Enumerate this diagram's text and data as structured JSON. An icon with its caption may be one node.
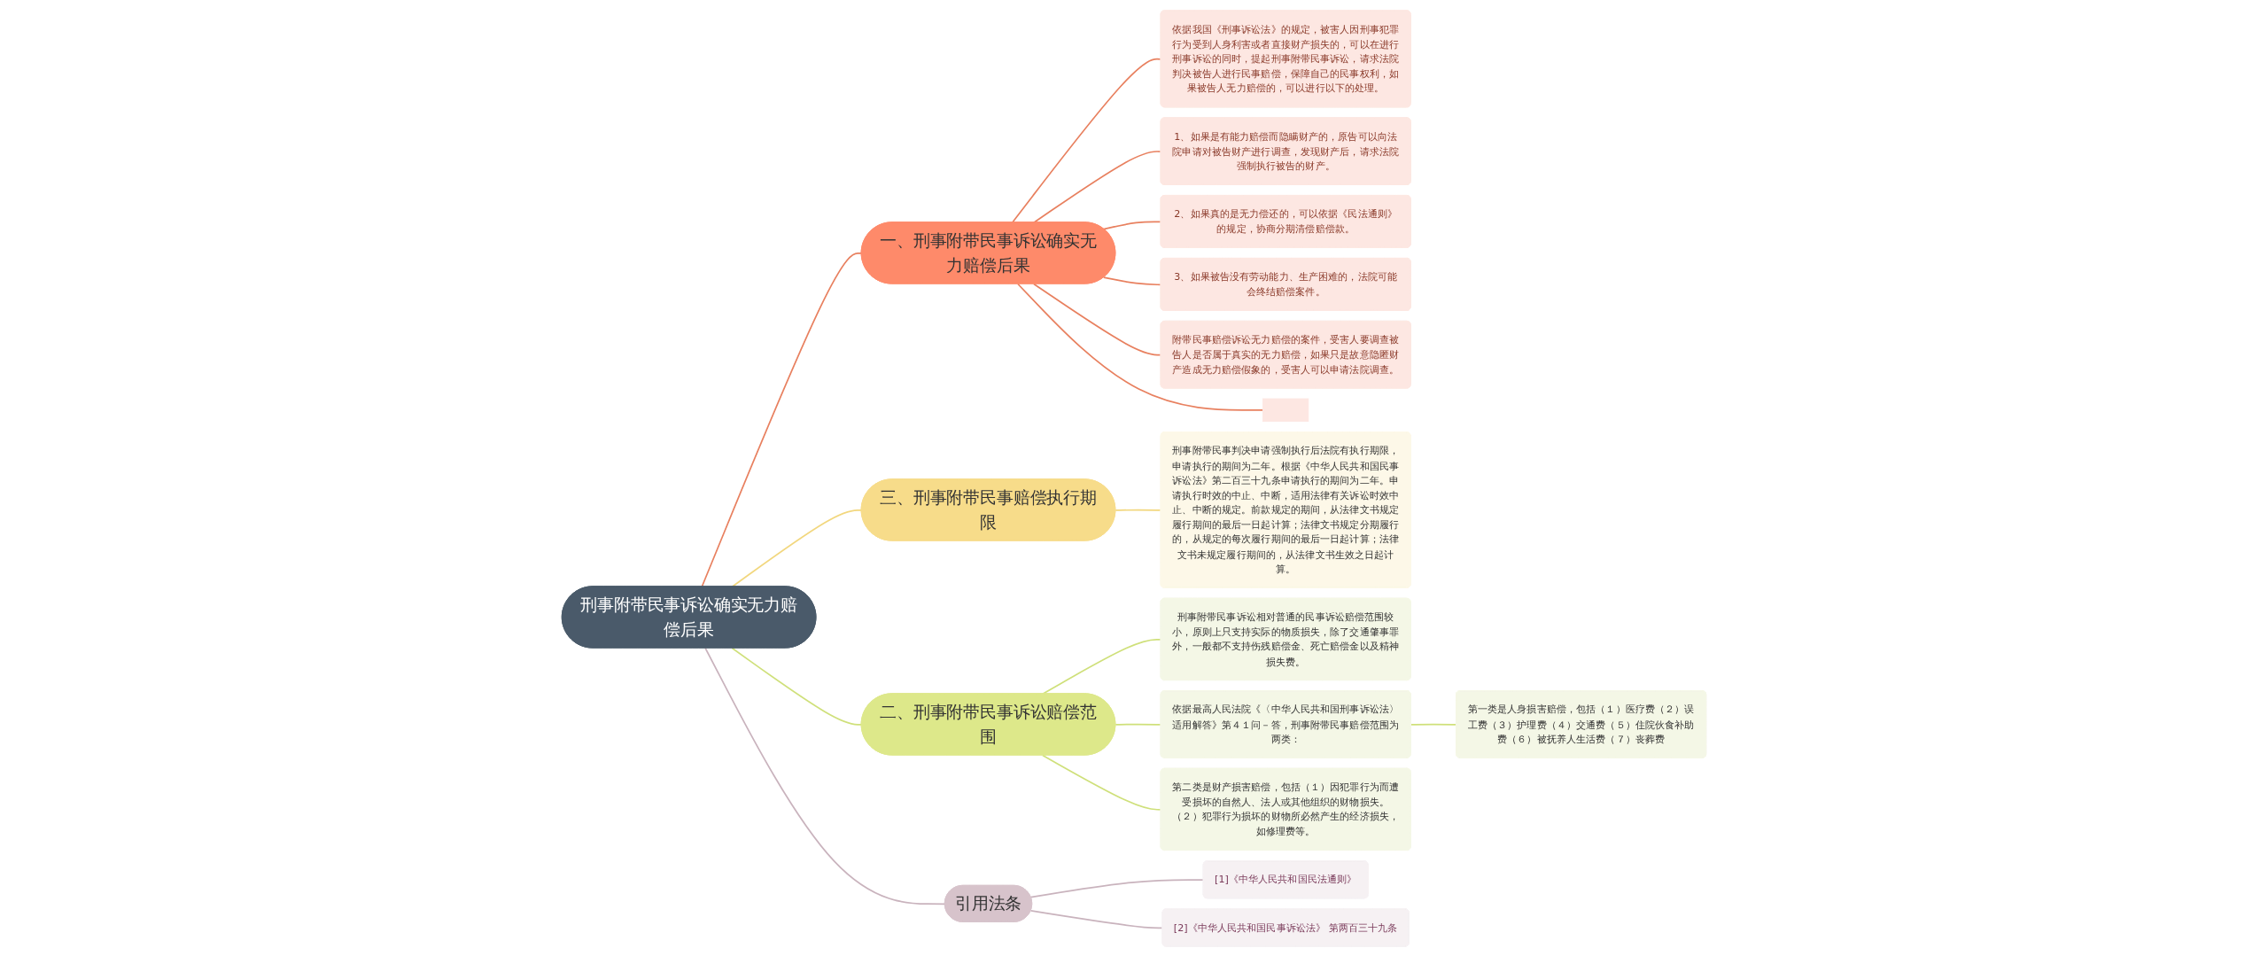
{
  "diagram": {
    "nodes": [
      {
        "text": [
          "刑事附带民事诉讼确实无力赔偿后果"
        ]
      },
      {
        "text": [
          "一、刑事附带民事诉讼确实无力赔偿后果"
        ]
      },
      {
        "text": [
          "依据我国《刑事诉讼法》的规定，被害人因刑事犯罪行为受到人身利害或者直接财产损失的，可以在进行刑事诉讼的同时，提起刑事附带民事诉讼，请求法院判决被告人进行民事赔偿，保障自己的民事权利，如果被告人无力赔偿的，可以进行以下的处理。"
        ]
      },
      {
        "text": [
          "1、如果是有能力赔偿而隐瞒财产的，原告可以向法院申请对被告财产进行调查，发现财产后，请求法院强制执行被告的财产。"
        ]
      },
      {
        "text": [
          "2、如果真的是无力偿还的，可以依据《民法通则》的规定，协商分期清偿赔偿款。"
        ]
      },
      {
        "text": [
          "3、如果被告没有劳动能力、生产困难的，法院可能会终结赔偿案件。"
        ]
      },
      {
        "text": [
          "附带民事赔偿诉讼无力赔偿的案件，受害人要调查被告人是否属于真实的无力赔偿，如果只是故意隐匿财产造成无力赔偿假象的，受害人可以申请法院调查。"
        ]
      },
      {
        "text": [],
        "shape": "box"
      },
      {
        "text": [
          "三、刑事附带民事赔偿执行期限"
        ]
      },
      {
        "text": [
          "刑事附带民事判决申请强制执行后法院有执行期限，申请执行的期间为二年。根据《中华人民共和国民事诉讼法》第二百三十九条申请执行的期间为二年。申请执行时效的中止、中断，适用法律有关诉讼时效中止、中断的规定。前款规定的期间，从法律文书规定履行期间的最后一日起计算；法律文书规定分期履行的，从规定的每次履行期间的最后一日起计算；法律文书未规定履行期间的，从法律文书生效之日起计算。"
        ]
      },
      {
        "text": [
          "二、刑事附带民事诉讼赔偿范围"
        ]
      },
      {
        "text": [
          "刑事附带民事诉讼相对普通的民事诉讼赔偿范围较小，原则上只支持实际的物质损失，除了交通肇事罪外，一般都不支持伤残赔偿金、死亡赔偿金以及精神损失费。"
        ]
      },
      {
        "text": [
          "依据最高人民法院《〈中华人民共和国刑事诉讼法〉适用解答》第４１问－答，刑事附带民事赔偿范围为两类："
        ]
      },
      {
        "text": [
          "第二类是财产损害赔偿，包括（１）因犯罪行为而遭受损坏的自然人、法人或其他组织的财物损失。（２）犯罪行为损坏的财物所必然产生的经济损失，如修理费等。"
        ]
      },
      {
        "text": [
          "第一类是人身损害赔偿，包括（１）医疗费（２）误工费（３）护理费（４）交通费（５）住院伙食补助费（６）被抚养人生活费（７）丧葬费"
        ]
      },
      {
        "text": [
          "引用法条"
        ]
      },
      {
        "text": [
          "[1]《中华人民共和国民法通则》"
        ]
      },
      {
        "text": [
          "[2]《中华人民共和国民事诉讼法》 第两百三十九条"
        ]
      }
    ],
    "edges": [
      {
        "from": 0,
        "to": 1,
        "arrow": "none"
      },
      {
        "from": 1,
        "to": 2,
        "arrow": "none"
      },
      {
        "from": 1,
        "to": 3,
        "arrow": "none"
      },
      {
        "from": 1,
        "to": 4,
        "arrow": "none"
      },
      {
        "from": 1,
        "to": 5,
        "arrow": "none"
      },
      {
        "from": 1,
        "to": 6,
        "arrow": "none"
      },
      {
        "from": 1,
        "to": 7,
        "arrow": "none"
      },
      {
        "from": 0,
        "to": 8,
        "arrow": "none",
        "color": "#f2d77e"
      },
      {
        "from": 8,
        "to": 9,
        "arrow": "none",
        "color": "#f2d77e"
      },
      {
        "from": 0,
        "to": 10,
        "arrow": "none",
        "color": "#cfe07a"
      },
      {
        "from": 10,
        "to": 11,
        "arrow": "none",
        "color": "#cfe07a"
      },
      {
        "from": 10,
        "to": 12,
        "arrow": "none",
        "color": "#cfe07a"
      },
      {
        "from": 10,
        "to": 13,
        "arrow": "none",
        "color": "#cfe07a"
      },
      {
        "from": 12,
        "to": 14,
        "arrow": "none",
        "color": "#cfe07a"
      },
      {
        "from": 0,
        "to": 15,
        "arrow": "none",
        "color": "#c9b3bd"
      },
      {
        "from": 15,
        "to": 16,
        "arrow": "none",
        "color": "#c9b3bd"
      },
      {
        "from": 15,
        "to": 17,
        "arrow": "none",
        "color": "#c9b3bd"
      }
    ]
  }
}
